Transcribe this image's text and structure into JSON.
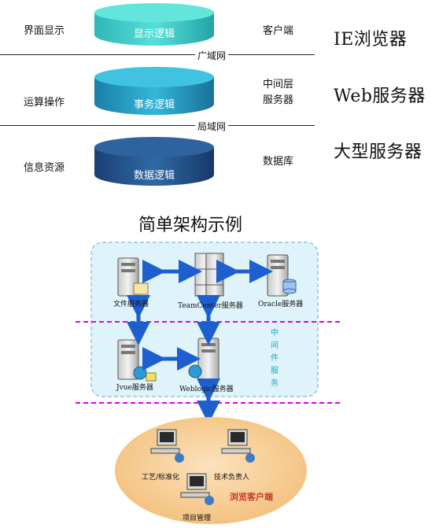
{
  "tiers": [
    {
      "left_label": "界面显示",
      "disk_label": "显示逻辑",
      "right_label": "客户端",
      "title": "IE浏览器"
    },
    {
      "left_label": "运算操作",
      "disk_label": "事务逻辑",
      "right_label_line1": "中间层",
      "right_label_line2": "服务器",
      "title": "Web服务器"
    },
    {
      "left_label": "信息资源",
      "disk_label": "数据逻辑",
      "right_label": "数据库",
      "title": "大型服务器"
    }
  ],
  "networks": {
    "wan": "广域网",
    "lan": "局域网"
  },
  "example": {
    "title": "简单架构示例",
    "servers": {
      "file": "文件服务器",
      "teamcenter": "TeamCenter服务器",
      "oracle": "Oracle服务器",
      "jvue": "Jvue服务器",
      "weblogic": "Weblogic服务器"
    },
    "middleware_chars": [
      "中",
      "间",
      "件",
      "服",
      "务"
    ],
    "clients": {
      "process": "工艺/标准化",
      "tech": "技术负责人",
      "project": "项目管理",
      "browser_client": "浏览客户端"
    }
  },
  "colors": {
    "disk_top": "#3ed3e0",
    "disk_mid": "#1f8fb3",
    "disk_bottom": "#1e4f86",
    "middleware_box": "#dff4fa",
    "middleware_border": "#7fb7d9",
    "arrow": "#1e5fd0",
    "dash": "#e000e0",
    "client_ellipse": "#f6c98a"
  }
}
